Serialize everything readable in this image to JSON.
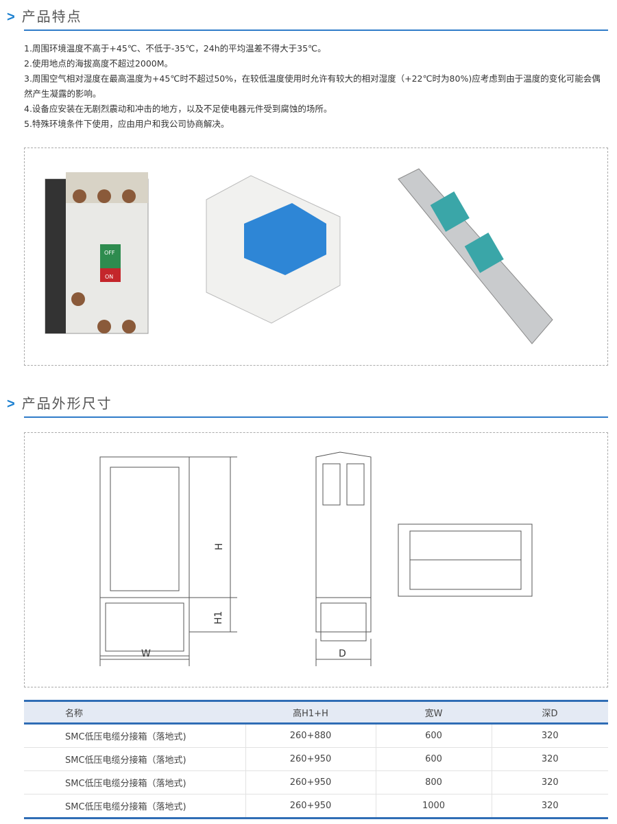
{
  "section1": {
    "title": "产品特点",
    "arrow": ">"
  },
  "features": [
    "1.周围环境温度不高于+45℃、不低于-35℃，24h的平均温差不得大于35℃。",
    "2.使用地点的海拔高度不超过2000M。",
    "3.周围空气相对湿度在最高温度为+45℃时不超过50%，在较低温度使用时允许有较大的相对湿度（+22℃时为80%)应考虑到由于温度的变化可能会偶然产生凝露的影响。",
    "4.设备应安装在无剧烈震动和冲击的地方，以及不足使电器元件受到腐蚀的场所。",
    "5.特殊环境条件下使用，应由用户和我公司协商解决。"
  ],
  "breaker_labels": {
    "off": "OFF",
    "on": "ON"
  },
  "section2": {
    "title": "产品外形尺寸",
    "arrow": ">"
  },
  "dims": {
    "h": "H",
    "h1": "H1",
    "w": "W",
    "d": "D"
  },
  "table": {
    "headers": [
      "名称",
      "高H1+H",
      "宽W",
      "深D"
    ],
    "rows": [
      [
        "SMC低压电缆分接箱（落地式)",
        "260+880",
        "600",
        "320"
      ],
      [
        "SMC低压电缆分接箱（落地式)",
        "260+950",
        "600",
        "320"
      ],
      [
        "SMC低压电缆分接箱（落地式)",
        "260+950",
        "800",
        "320"
      ],
      [
        "SMC低压电缆分接箱（落地式)",
        "260+950",
        "1000",
        "320"
      ]
    ]
  }
}
